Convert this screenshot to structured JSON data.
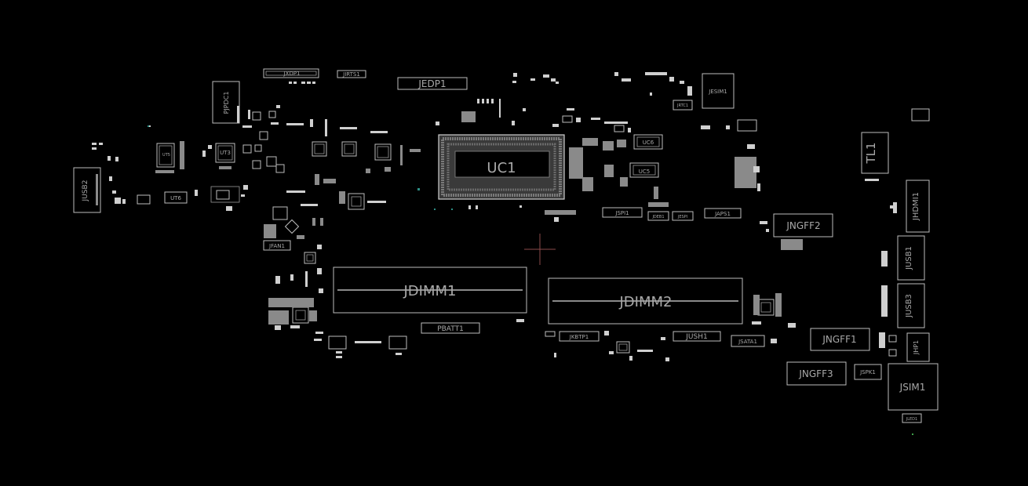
{
  "board": {
    "background": "#000000",
    "component_outline_color": "#bdbdbd",
    "cursor_color": "#8a4a4a",
    "labels": {
      "jxdp1": "JXDP1",
      "jirts1": "JIRTS1",
      "jedp1": "JEDP1",
      "jesim1": "JESIM1",
      "jrtc1": "JRTC1",
      "pjpdc1": "PJPDC1",
      "ut3": "UT3",
      "ut5": "UT5",
      "ut6": "UT6",
      "jusb2": "JUSB2",
      "uc1": "UC1",
      "uc6": "UC6",
      "uc5": "UC5",
      "tl1": "TL1",
      "jhdmi1": "JHDMI1",
      "jspi1": "JSPI1",
      "jdeb1": "JDEB1",
      "jespi": "JESPI",
      "japs1": "JAPS1",
      "jngff2": "JNGFF2",
      "jfan1": "JFAN1",
      "jusb1": "JUSB1",
      "jusb3": "JUSB3",
      "jdimm1": "JDIMM1",
      "jdimm2": "JDIMM2",
      "pbatt1": "PBATT1",
      "jkbtp1": "JKBTP1",
      "jush1": "JUSH1",
      "jsata1": "JSATA1",
      "jngff1": "JNGFF1",
      "jhp1": "JHP1",
      "jngff3": "JNGFF3",
      "jspk1": "JSPK1",
      "jsim1": "JSIM1",
      "jled1": "JLED1"
    }
  }
}
